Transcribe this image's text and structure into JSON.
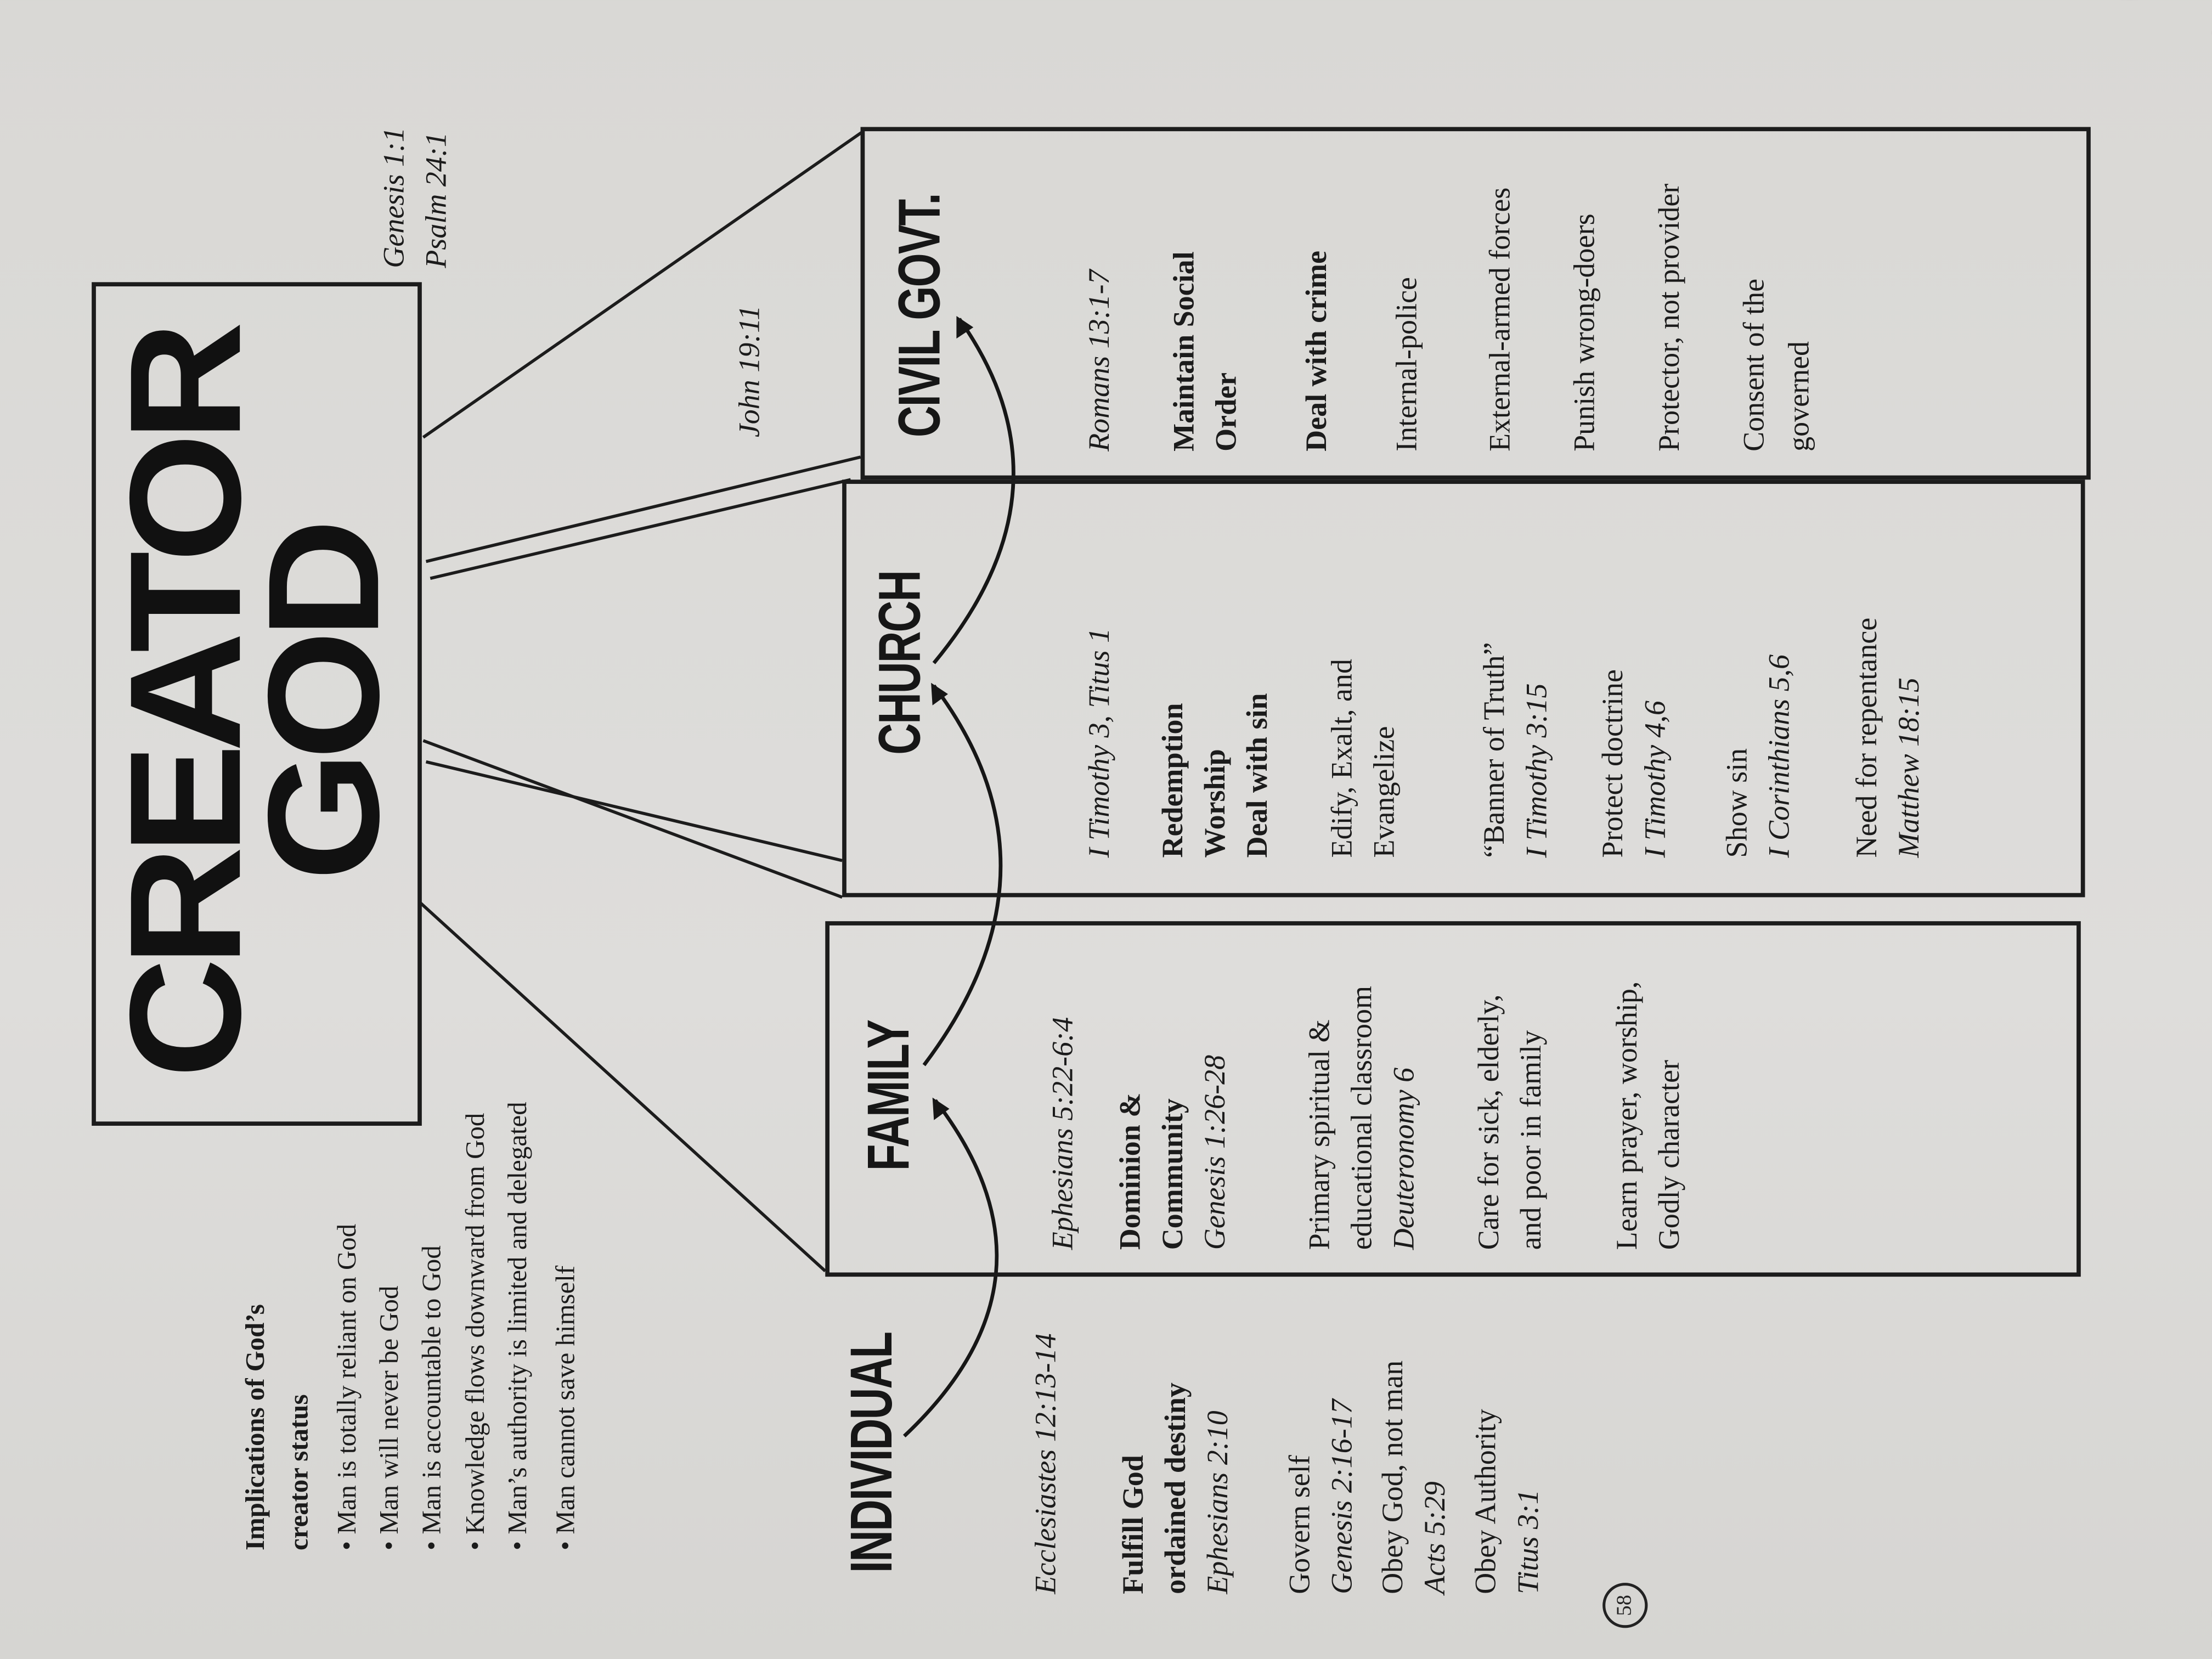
{
  "title": {
    "line1": "CREATOR",
    "line2": "GOD"
  },
  "title_refs": [
    "Genesis 1:1",
    "Psalm 24:1"
  ],
  "implications": {
    "heading_line1": "Implications of God’s",
    "heading_line2": "creator status",
    "bullets": [
      "• Man is totally reliant on God",
      "• Man will never be God",
      "• Man is accountable to God",
      "• Knowledge flows downward from God",
      "• Man’s authority is limited and delegated",
      "• Man cannot save himself"
    ]
  },
  "john_ref": "John 19:11",
  "columns": {
    "individual": {
      "heading": "INDIVIDUAL",
      "lines": [
        "Ecclesiastes 12:13-14",
        "Fulfill God",
        "ordained destiny",
        "Ephesians 2:10",
        "Govern self",
        "Genesis 2:16-17",
        "Obey God, not man",
        "Acts 5:29",
        "Obey Authority",
        "Titus 3:1"
      ]
    },
    "family": {
      "heading": "FAMILY",
      "lines": [
        "Ephesians 5:22-6:4",
        "Dominion &",
        "Community",
        "Genesis 1:26-28",
        "Primary spiritual &",
        "educational classroom",
        "Deuteronomy 6",
        "Care for sick, elderly,",
        "and poor in family",
        "Learn prayer, worship,",
        "Godly character"
      ]
    },
    "church": {
      "heading": "CHURCH",
      "lines": [
        "I Timothy 3, Titus 1",
        "Redemption",
        "Worship",
        "Deal with sin",
        "Edify, Exalt, and",
        "Evangelize",
        "“Banner of Truth”",
        "I Timothy 3:15",
        "Protect doctrine",
        "I Timothy 4,6",
        "Show sin",
        "I Corinthians 5,6",
        "Need for repentance",
        "Matthew 18:15"
      ]
    },
    "civil": {
      "heading": "CIVIL GOVT.",
      "lines": [
        "Romans 13:1-7",
        "Maintain Social",
        "Order",
        "Deal with crime",
        "Internal-police",
        "External-armed forces",
        "Punish wrong-doers",
        "Protector, not provider",
        "Consent of the",
        "governed"
      ]
    }
  },
  "page_number": "58"
}
